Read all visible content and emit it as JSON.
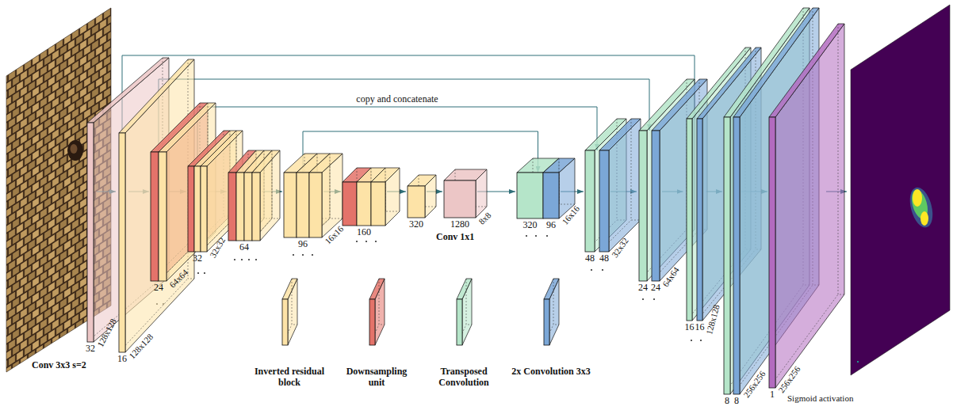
{
  "diagram": {
    "nodes": [
      {
        "text": [
          "32"
        ]
      },
      {
        "text": [
          "16"
        ]
      },
      {
        "text": [
          "24"
        ]
      },
      {
        "text": [
          "32"
        ]
      },
      {
        "text": [
          "64"
        ]
      },
      {
        "text": [
          "96"
        ]
      },
      {
        "text": [
          "160"
        ]
      },
      {
        "text": [
          "320"
        ]
      },
      {
        "text": [
          "1280"
        ]
      },
      {
        "text": [
          "320",
          "96"
        ]
      },
      {
        "text": [
          "48",
          "48"
        ]
      },
      {
        "text": [
          "24",
          "24"
        ]
      },
      {
        "text": [
          "16",
          "16"
        ]
      },
      {
        "text": [
          "8",
          "8"
        ]
      },
      {
        "text": [
          "1"
        ]
      }
    ],
    "edges": [
      {
        "from": 0,
        "to": 1,
        "arrow": "to"
      },
      {
        "from": 1,
        "to": 2,
        "arrow": "to"
      },
      {
        "from": 2,
        "to": 3,
        "arrow": "to"
      },
      {
        "from": 3,
        "to": 4,
        "arrow": "to"
      },
      {
        "from": 4,
        "to": 5,
        "arrow": "to"
      },
      {
        "from": 5,
        "to": 6,
        "arrow": "to"
      },
      {
        "from": 6,
        "to": 7,
        "arrow": "to"
      },
      {
        "from": 7,
        "to": 8,
        "arrow": "to"
      },
      {
        "from": 8,
        "to": 9,
        "arrow": "to"
      },
      {
        "from": 9,
        "to": 10,
        "arrow": "to"
      },
      {
        "from": 10,
        "to": 11,
        "arrow": "to"
      },
      {
        "from": 11,
        "to": 12,
        "arrow": "to"
      },
      {
        "from": 12,
        "to": 13,
        "arrow": "to"
      },
      {
        "from": 13,
        "to": 14,
        "arrow": "to"
      },
      {
        "from": 1,
        "to": 12,
        "arrow": "to"
      },
      {
        "from": 2,
        "to": 11,
        "arrow": "to"
      },
      {
        "from": 3,
        "to": 10,
        "arrow": "to",
        "label": "copy and concatenate"
      },
      {
        "from": 5,
        "to": 9,
        "arrow": "to"
      }
    ],
    "labels": [
      "128x128",
      "128x128",
      "64x64",
      "32x32",
      "16x16",
      "8x8",
      "Conv 3x3 s=2",
      "Conv 1x1",
      "16x16",
      "32x32",
      "64x64",
      "128x128",
      "256x256",
      "256x256",
      "Sigmoid activation"
    ],
    "legend": [
      {
        "text": "Inverted residual block",
        "color": "#fde3a7"
      },
      {
        "text": "Downsampling unit",
        "color": "#e4736a"
      },
      {
        "text": "Transposed Convolution",
        "color": "#b5e5c9"
      },
      {
        "text": "2x Convolution 3x3",
        "color": "#7ba7d7"
      }
    ]
  }
}
